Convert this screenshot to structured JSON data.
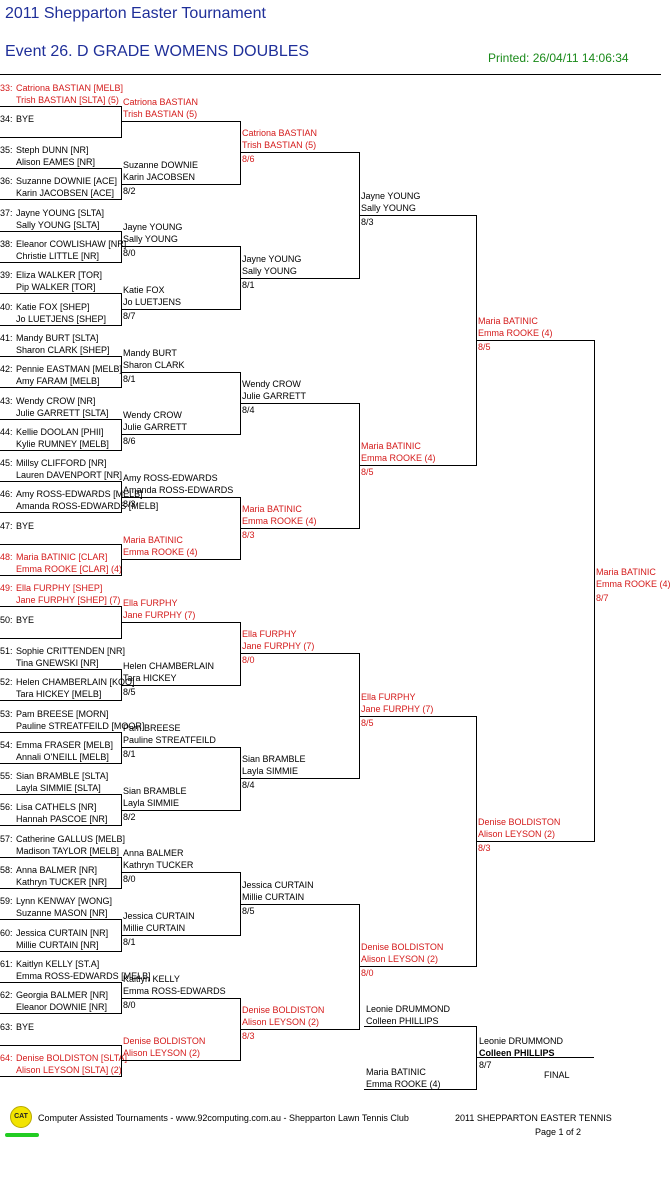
{
  "header": {
    "title": "2011 Shepparton Easter Tournament",
    "event": "Event 26. D GRADE WOMENS DOUBLES",
    "printed": "Printed: 26/04/11 14:06:34"
  },
  "footer": {
    "left": "Computer Assisted Tournaments - www.92computing.com.au -  Shepparton Lawn Tennis Club",
    "right": "2011 SHEPPARTON EASTER TENNIS",
    "page": "Page 1 of 2",
    "logo": "CAT"
  },
  "final_label": "FINAL",
  "draw": [
    {
      "n": 33,
      "p1": "Catriona BASTIAN [MELB]",
      "p2": "Trish BASTIAN [SLTA] (5)",
      "red": true
    },
    {
      "n": 34,
      "p1": "BYE",
      "p2": ""
    },
    {
      "n": 35,
      "p1": "Steph DUNN [NR]",
      "p2": "Alison EAMES [NR]"
    },
    {
      "n": 36,
      "p1": "Suzanne DOWNIE [ACE]",
      "p2": "Karin JACOBSEN [ACE]"
    },
    {
      "n": 37,
      "p1": "Jayne YOUNG [SLTA]",
      "p2": "Sally YOUNG [SLTA]"
    },
    {
      "n": 38,
      "p1": "Eleanor COWLISHAW [NR]",
      "p2": "Christie LITTLE [NR]"
    },
    {
      "n": 39,
      "p1": "Eliza WALKER [TOR]",
      "p2": "Pip WALKER [TOR]"
    },
    {
      "n": 40,
      "p1": "Katie FOX [SHEP]",
      "p2": "Jo LUETJENS [SHEP]"
    },
    {
      "n": 41,
      "p1": "Mandy BURT [SLTA]",
      "p2": "Sharon CLARK [SHEP]"
    },
    {
      "n": 42,
      "p1": "Pennie EASTMAN [MELB]",
      "p2": "Amy FARAM [MELB]"
    },
    {
      "n": 43,
      "p1": "Wendy CROW [NR]",
      "p2": "Julie GARRETT [SLTA]"
    },
    {
      "n": 44,
      "p1": "Kellie DOOLAN [PHII]",
      "p2": "Kylie RUMNEY [MELB]"
    },
    {
      "n": 45,
      "p1": "Millsy CLIFFORD [NR]",
      "p2": "Lauren DAVENPORT [NR]"
    },
    {
      "n": 46,
      "p1": "Amy ROSS-EDWARDS [MELB]",
      "p2": "Amanda ROSS-EDWARDS [MELB]"
    },
    {
      "n": 47,
      "p1": "BYE",
      "p2": ""
    },
    {
      "n": 48,
      "p1": "Maria BATINIC [CLAR]",
      "p2": "Emma ROOKE [CLAR] (4)",
      "red": true
    },
    {
      "n": 49,
      "p1": "Ella FURPHY [SHEP]",
      "p2": "Jane FURPHY [SHEP] (7)",
      "red": true
    },
    {
      "n": 50,
      "p1": "BYE",
      "p2": ""
    },
    {
      "n": 51,
      "p1": "Sophie CRITTENDEN [NR]",
      "p2": "Tina GNEWSKI [NR]"
    },
    {
      "n": 52,
      "p1": "Helen CHAMBERLAIN [KOO]",
      "p2": "Tara HICKEY [MELB]"
    },
    {
      "n": 53,
      "p1": "Pam BREESE [MORN]",
      "p2": "Pauline STREATFEILD [MOOR]"
    },
    {
      "n": 54,
      "p1": "Emma FRASER [MELB]",
      "p2": "Annali O'NEILL [MELB]"
    },
    {
      "n": 55,
      "p1": "Sian BRAMBLE [SLTA]",
      "p2": "Layla SIMMIE [SLTA]"
    },
    {
      "n": 56,
      "p1": "Lisa CATHELS [NR]",
      "p2": "Hannah PASCOE [NR]"
    },
    {
      "n": 57,
      "p1": "Catherine GALLUS [MELB]",
      "p2": "Madison TAYLOR [MELB]"
    },
    {
      "n": 58,
      "p1": "Anna BALMER [NR]",
      "p2": "Kathryn TUCKER [NR]"
    },
    {
      "n": 59,
      "p1": "Lynn KENWAY [WONG]",
      "p2": "Suzanne MASON [NR]"
    },
    {
      "n": 60,
      "p1": "Jessica CURTAIN [NR]",
      "p2": "Millie CURTAIN [NR]"
    },
    {
      "n": 61,
      "p1": "Kaitlyn KELLY [ST.A]",
      "p2": "Emma ROSS-EDWARDS [MELB]"
    },
    {
      "n": 62,
      "p1": "Georgia BALMER [NR]",
      "p2": "Eleanor DOWNIE [NR]"
    },
    {
      "n": 63,
      "p1": "BYE",
      "p2": ""
    },
    {
      "n": 64,
      "p1": "Denise BOLDISTON [SLTA]",
      "p2": "Alison LEYSON [SLTA] (2)",
      "red": true
    }
  ],
  "rounds": [
    [
      {
        "p1": "Catriona BASTIAN",
        "p2": "Trish BASTIAN (5)",
        "score": "",
        "red": true
      },
      {
        "p1": "Suzanne DOWNIE",
        "p2": "Karin JACOBSEN",
        "score": "8/2"
      },
      {
        "p1": "Jayne YOUNG",
        "p2": "Sally YOUNG",
        "score": "8/0"
      },
      {
        "p1": "Katie FOX",
        "p2": "Jo LUETJENS",
        "score": "8/7"
      },
      {
        "p1": "Mandy BURT",
        "p2": "Sharon CLARK",
        "score": "8/1"
      },
      {
        "p1": "Wendy CROW",
        "p2": "Julie GARRETT",
        "score": "8/6"
      },
      {
        "p1": "Amy ROSS-EDWARDS",
        "p2": "Amanda ROSS-EDWARDS",
        "score": "8/3"
      },
      {
        "p1": "Maria BATINIC",
        "p2": "Emma ROOKE (4)",
        "score": "",
        "red": true
      },
      {
        "p1": "Ella FURPHY",
        "p2": "Jane FURPHY (7)",
        "score": "",
        "red": true
      },
      {
        "p1": "Helen CHAMBERLAIN",
        "p2": "Tara HICKEY",
        "score": "8/5"
      },
      {
        "p1": "Pam BREESE",
        "p2": "Pauline STREATFEILD",
        "score": "8/1"
      },
      {
        "p1": "Sian BRAMBLE",
        "p2": "Layla SIMMIE",
        "score": "8/2"
      },
      {
        "p1": "Anna BALMER",
        "p2": "Kathryn TUCKER",
        "score": "8/0"
      },
      {
        "p1": "Jessica CURTAIN",
        "p2": "Millie CURTAIN",
        "score": "8/1"
      },
      {
        "p1": "Kaitlyn KELLY",
        "p2": "Emma ROSS-EDWARDS",
        "score": "8/0"
      },
      {
        "p1": "Denise BOLDISTON",
        "p2": "Alison LEYSON (2)",
        "score": "",
        "red": true
      }
    ],
    [
      {
        "p1": "Catriona BASTIAN",
        "p2": "Trish BASTIAN (5)",
        "score": "8/6",
        "red": true
      },
      {
        "p1": "Jayne YOUNG",
        "p2": "Sally YOUNG",
        "score": "8/1"
      },
      {
        "p1": "Wendy CROW",
        "p2": "Julie GARRETT",
        "score": "8/4"
      },
      {
        "p1": "Maria BATINIC",
        "p2": "Emma ROOKE (4)",
        "score": "8/3",
        "red": true
      },
      {
        "p1": "Ella FURPHY",
        "p2": "Jane FURPHY (7)",
        "score": "8/0",
        "red": true
      },
      {
        "p1": "Sian BRAMBLE",
        "p2": "Layla SIMMIE",
        "score": "8/4"
      },
      {
        "p1": "Jessica CURTAIN",
        "p2": "Millie CURTAIN",
        "score": "8/5"
      },
      {
        "p1": "Denise BOLDISTON",
        "p2": "Alison LEYSON (2)",
        "score": "8/3",
        "red": true
      }
    ],
    [
      {
        "p1": "Jayne YOUNG",
        "p2": "Sally YOUNG",
        "score": "8/3"
      },
      {
        "p1": "Maria BATINIC",
        "p2": "Emma ROOKE (4)",
        "score": "8/5",
        "red": true
      },
      {
        "p1": "Ella FURPHY",
        "p2": "Jane FURPHY (7)",
        "score": "8/5",
        "red": true
      },
      {
        "p1": "Denise BOLDISTON",
        "p2": "Alison LEYSON (2)",
        "score": "8/0",
        "red": true
      }
    ],
    [
      {
        "p1": "Maria BATINIC",
        "p2": "Emma ROOKE (4)",
        "score": "8/5",
        "red": true
      },
      {
        "p1": "Denise BOLDISTON",
        "p2": "Alison LEYSON (2)",
        "score": "8/3",
        "red": true
      }
    ],
    [
      {
        "p1": "Maria BATINIC",
        "p2": "Emma ROOKE (4)",
        "score": "8/7",
        "red": true
      }
    ]
  ],
  "final": {
    "top": {
      "p1": "Leonie DRUMMOND",
      "p2": "Colleen PHILLIPS"
    },
    "bottom": {
      "p1": "Maria BATINIC",
      "p2": "Emma ROOKE (4)"
    },
    "winner": {
      "p1": "Leonie DRUMMOND",
      "p2": "Colleen PHILLIPS",
      "score": "8/7"
    }
  }
}
